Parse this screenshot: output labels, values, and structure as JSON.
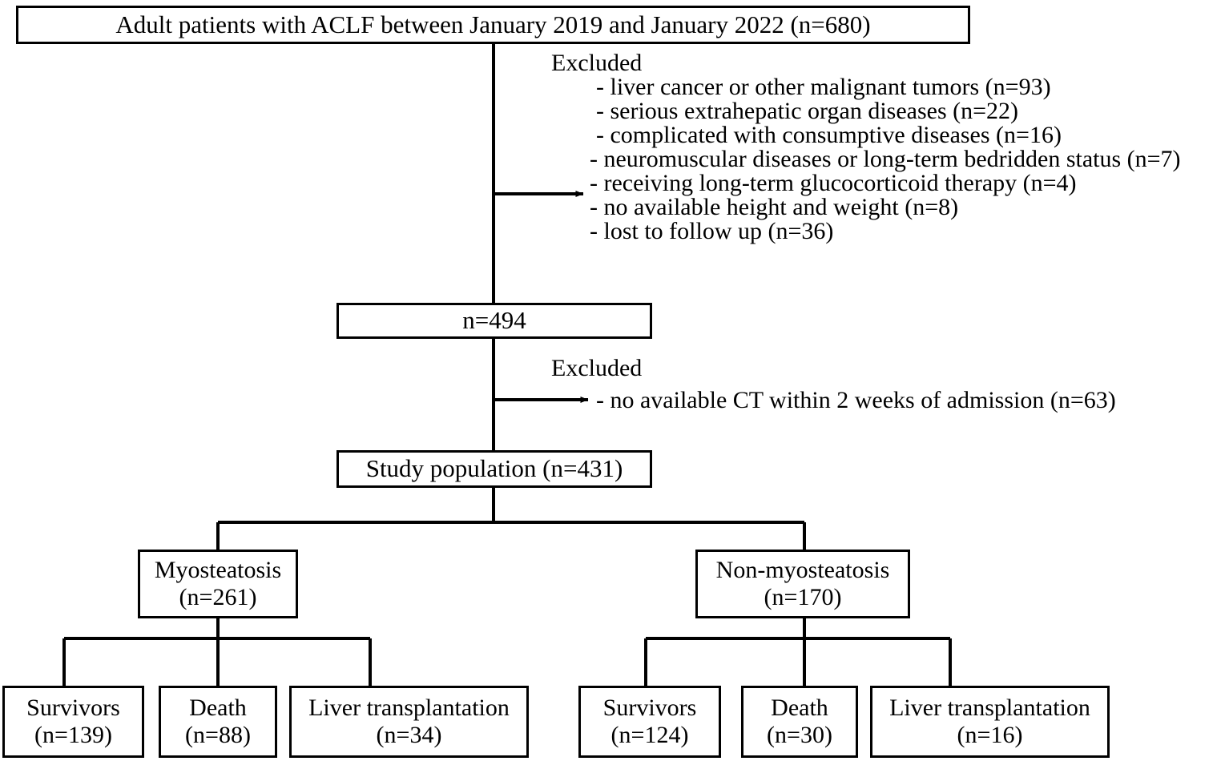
{
  "diagram": {
    "title": "ACLF myosteatosis study flow diagram",
    "line_color": "#000000",
    "box_border_color": "#000000",
    "background": "#ffffff"
  },
  "boxes": {
    "cohort": {
      "line1": "Adult patients with ACLF between January 2019 and January 2022 (n=680)"
    },
    "after_first_exclusion": {
      "line1": "n=494"
    },
    "study_population": {
      "line1": "Study population (n=431)"
    },
    "myosteatosis": {
      "line1": "Myosteatosis",
      "line2": "(n=261)"
    },
    "non_myosteatosis": {
      "line1": "Non-myosteatosis",
      "line2": "(n=170)"
    },
    "myo_survivors": {
      "line1": "Survivors",
      "line2": "(n=139)"
    },
    "myo_death": {
      "line1": "Death",
      "line2": "(n=88)"
    },
    "myo_transplant": {
      "line1": "Liver transplantation",
      "line2": "(n=34)"
    },
    "non_survivors": {
      "line1": "Survivors",
      "line2": "(n=124)"
    },
    "non_death": {
      "line1": "Death",
      "line2": "(n=30)"
    },
    "non_transplant": {
      "line1": "Liver transplantation",
      "line2": "(n=16)"
    }
  },
  "exclusions_first": {
    "heading": "Excluded",
    "item1": "- liver cancer or other malignant tumors (n=93)",
    "item2": "- serious extrahepatic organ diseases (n=22)",
    "item3": "- complicated with consumptive diseases (n=16)",
    "item4": "- neuromuscular diseases or long-term bedridden status (n=7)",
    "item5": "- receiving long-term glucocorticoid therapy (n=4)",
    "item6": "- no available height and weight (n=8)",
    "item7": "- lost to follow up (n=36)"
  },
  "exclusions_second": {
    "heading": "Excluded",
    "item1": "- no available CT within 2 weeks of admission (n=63)"
  }
}
